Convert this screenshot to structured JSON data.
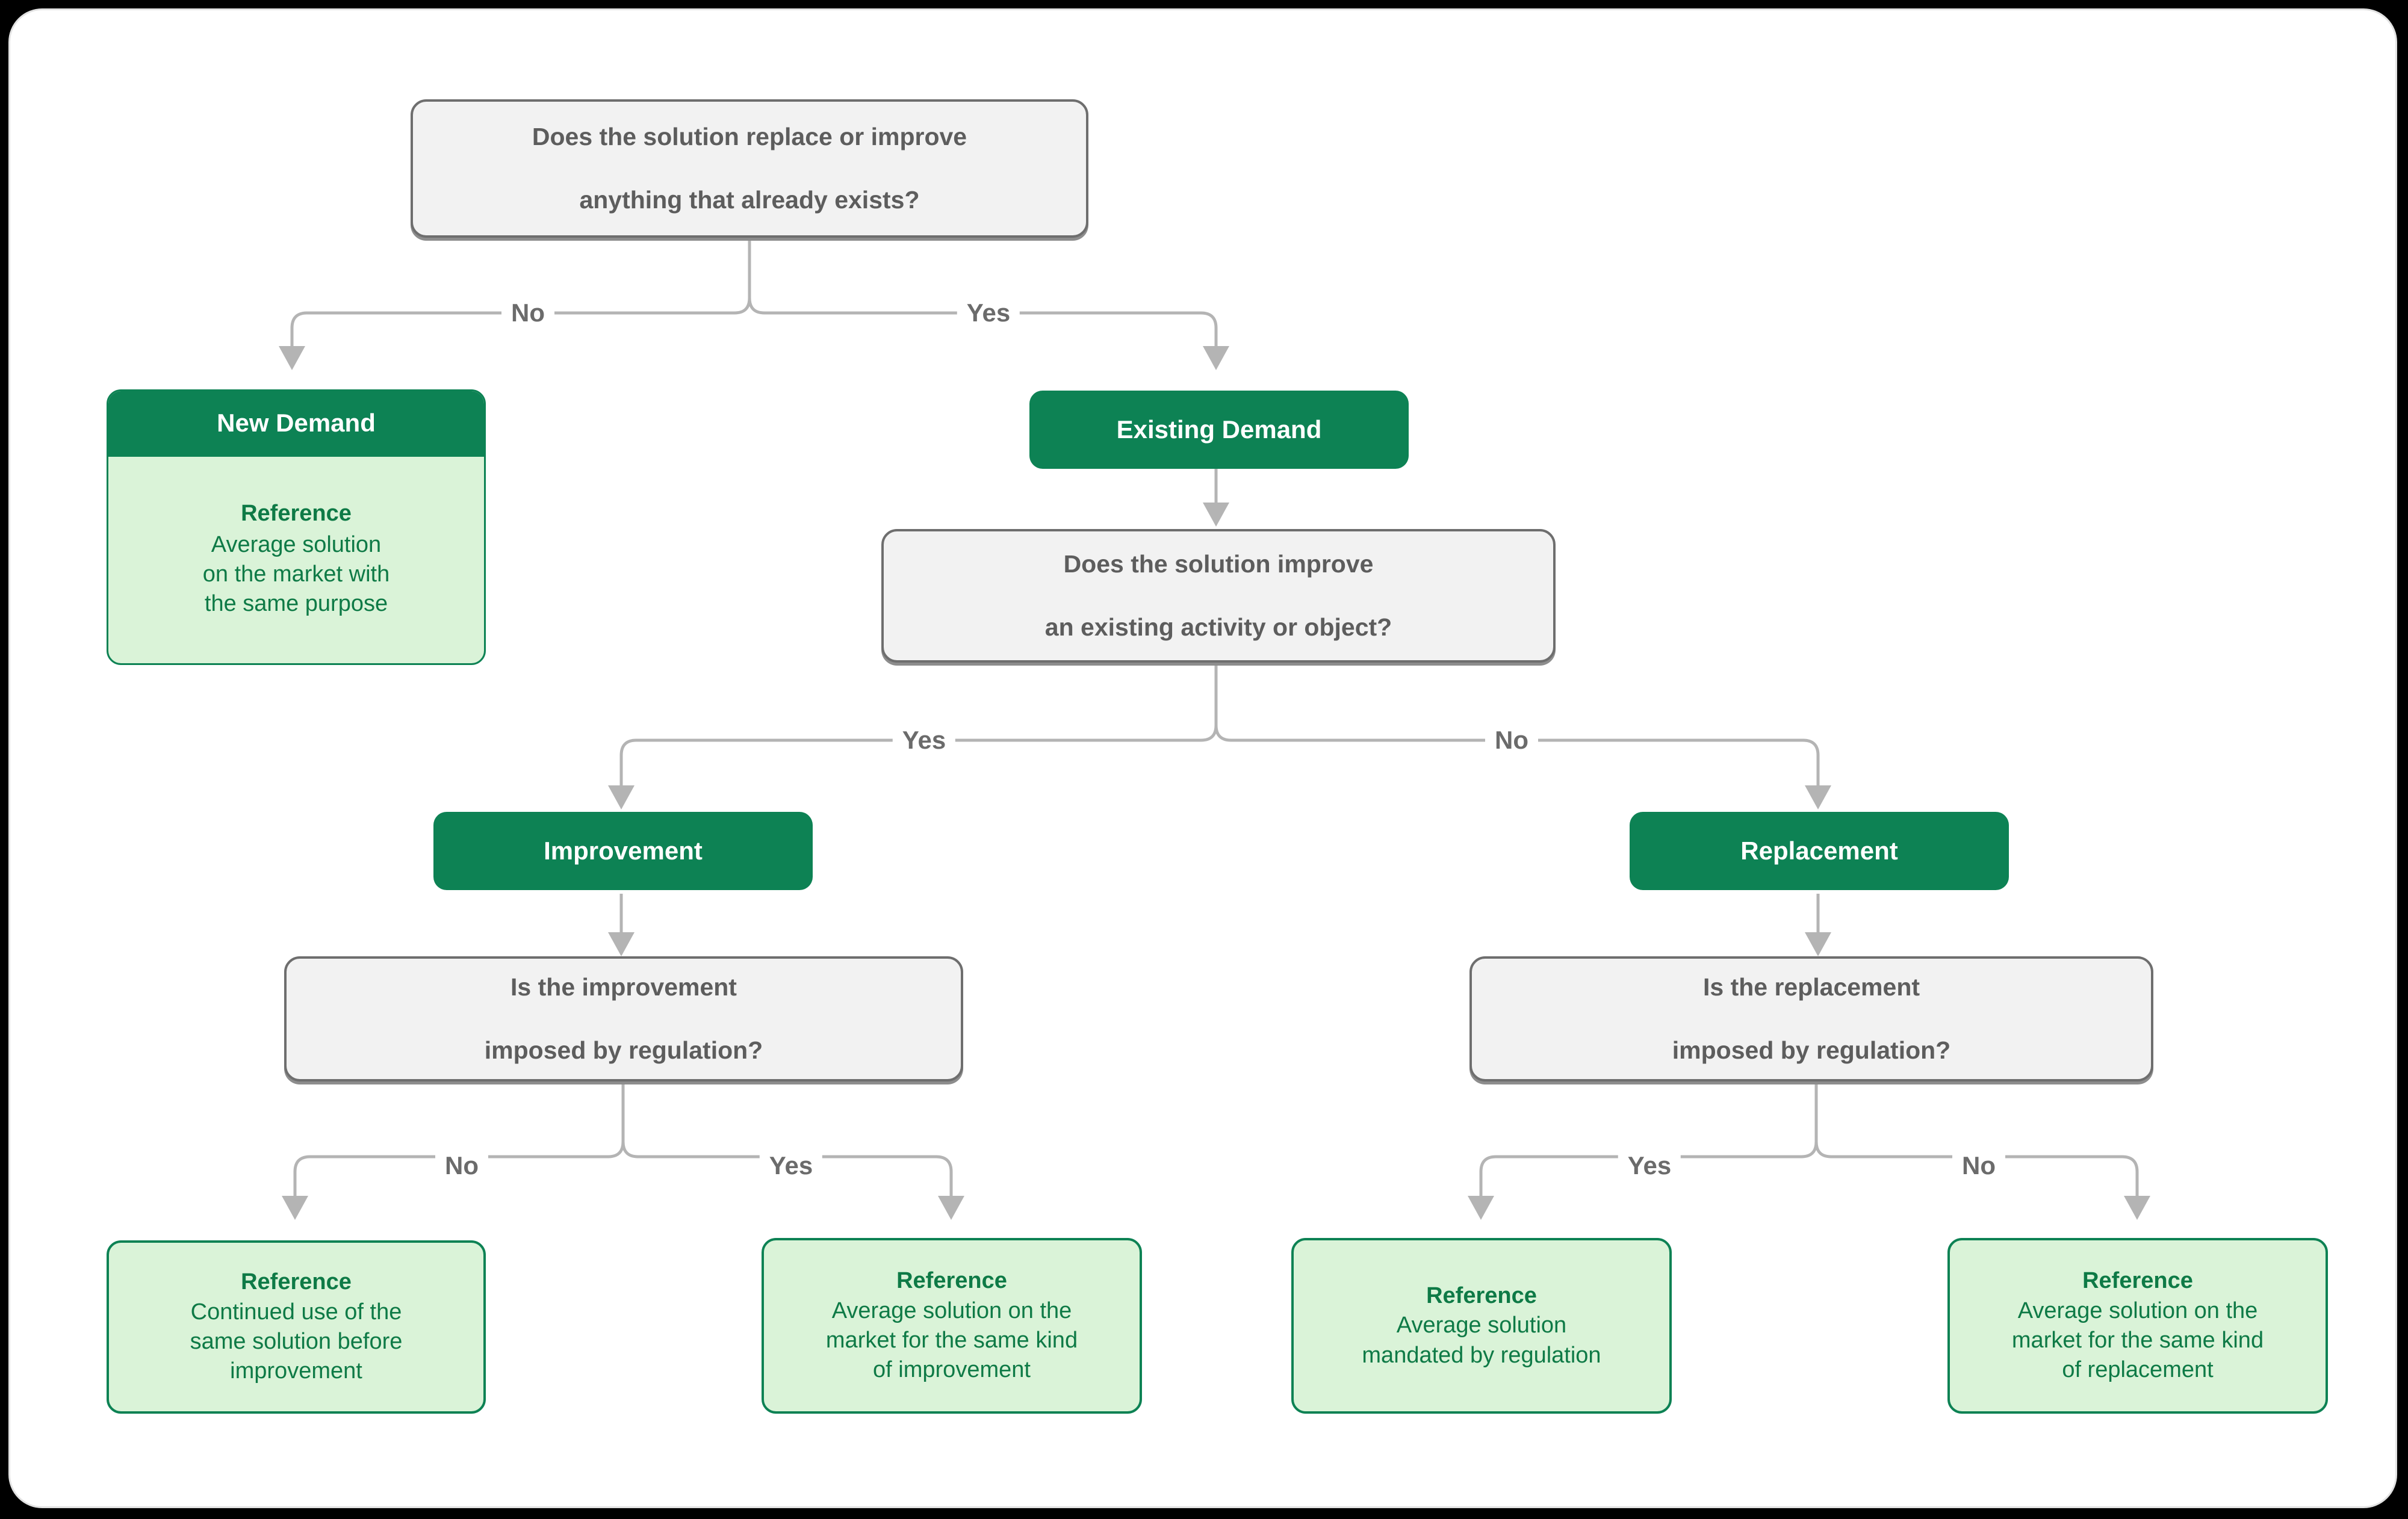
{
  "diagram": {
    "type": "decision-tree",
    "accent_green": "#0D8254",
    "light_green": "#DAF3D8",
    "green_text": "#0E7A46",
    "grey_box_fill": "#F2F2F2",
    "grey_box_border": "#6E6E6E",
    "connector_color": "#B4B4B4",
    "label_color": "#6B6B6B"
  },
  "nodes": {
    "q_root": "Does the solution replace or improve anything that already exists?",
    "q_root_l1": "Does the solution replace or improve",
    "q_root_l2": "anything that already exists?",
    "new_demand_title": "New Demand",
    "new_demand_ref_title": "Reference",
    "new_demand_ref_l1": "Average solution",
    "new_demand_ref_l2": "on the market with",
    "new_demand_ref_l3": "the same purpose",
    "existing_demand_title": "Existing Demand",
    "q_improve_l1": "Does the solution improve",
    "q_improve_l2": "an existing activity or object?",
    "improvement_title": "Improvement",
    "replacement_title": "Replacement",
    "q_imp_reg_l1": "Is the improvement",
    "q_imp_reg_l2": "imposed by regulation?",
    "q_rep_reg_l1": "Is the replacement",
    "q_rep_reg_l2": "imposed by regulation?",
    "ref_imp_no_title": "Reference",
    "ref_imp_no_l1": "Continued use of the",
    "ref_imp_no_l2": "same solution before",
    "ref_imp_no_l3": "improvement",
    "ref_imp_yes_title": "Reference",
    "ref_imp_yes_l1": "Average solution on the",
    "ref_imp_yes_l2": "market for the same kind",
    "ref_imp_yes_l3": "of improvement",
    "ref_rep_yes_title": "Reference",
    "ref_rep_yes_l1": "Average solution",
    "ref_rep_yes_l2": "mandated by regulation",
    "ref_rep_no_title": "Reference",
    "ref_rep_no_l1": "Average solution on the",
    "ref_rep_no_l2": "market for the same kind",
    "ref_rep_no_l3": "of replacement"
  },
  "edge_labels": {
    "root_no": "No",
    "root_yes": "Yes",
    "improve_yes": "Yes",
    "improve_no": "No",
    "imp_reg_no": "No",
    "imp_reg_yes": "Yes",
    "rep_reg_yes": "Yes",
    "rep_reg_no": "No"
  }
}
